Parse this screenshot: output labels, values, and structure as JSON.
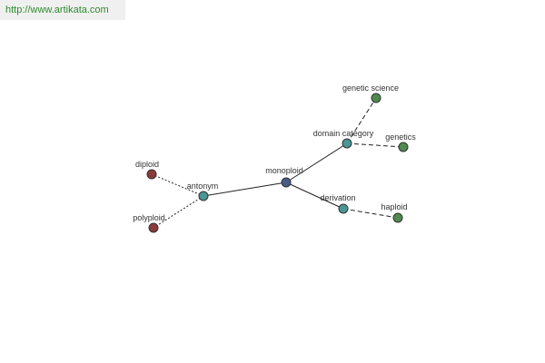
{
  "watermark": {
    "text": "http://www.artikata.com"
  },
  "graph": {
    "colors": {
      "center": "#4a5a8a",
      "relation": "#4a9595",
      "related": "#4f8a4f",
      "antonym_word": "#8b3a3a"
    },
    "nodes": [
      {
        "id": "monoploid",
        "label": "monoploid",
        "kind": "center"
      },
      {
        "id": "antonym",
        "label": "antonym",
        "kind": "relation"
      },
      {
        "id": "domain_category",
        "label": "domain category",
        "kind": "relation"
      },
      {
        "id": "derivation",
        "label": "derivation",
        "kind": "relation"
      },
      {
        "id": "diploid",
        "label": "diploid",
        "kind": "antonym_word"
      },
      {
        "id": "polyploid",
        "label": "polyploid",
        "kind": "antonym_word"
      },
      {
        "id": "genetic_science",
        "label": "genetic science",
        "kind": "related"
      },
      {
        "id": "genetics",
        "label": "genetics",
        "kind": "related"
      },
      {
        "id": "haploid",
        "label": "haploid",
        "kind": "related"
      }
    ],
    "edges": [
      {
        "from": "monoploid",
        "to": "antonym",
        "style": "solid"
      },
      {
        "from": "monoploid",
        "to": "domain_category",
        "style": "solid"
      },
      {
        "from": "monoploid",
        "to": "derivation",
        "style": "solid"
      },
      {
        "from": "antonym",
        "to": "diploid",
        "style": "dotted"
      },
      {
        "from": "antonym",
        "to": "polyploid",
        "style": "dotted"
      },
      {
        "from": "domain_category",
        "to": "genetic_science",
        "style": "dashed"
      },
      {
        "from": "domain_category",
        "to": "genetics",
        "style": "dashed"
      },
      {
        "from": "derivation",
        "to": "haploid",
        "style": "dashed"
      }
    ]
  }
}
